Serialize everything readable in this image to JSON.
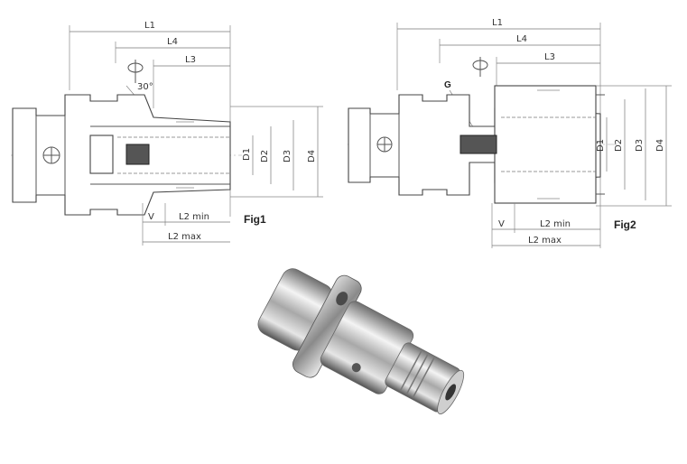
{
  "fig1": {
    "caption": "Fig1",
    "angle_label": "30°",
    "dims": {
      "L1": "L1",
      "L4": "L4",
      "L3": "L3",
      "D1": "D1",
      "D2": "D2",
      "D3": "D3",
      "D4": "D4",
      "V": "V",
      "L2min": "L2 min",
      "L2max": "L2 max"
    }
  },
  "fig2": {
    "caption": "Fig2",
    "thread_label": "G",
    "dims": {
      "L1": "L1",
      "L4": "L4",
      "L3": "L3",
      "D1": "D1",
      "D2": "D2",
      "D3": "D3",
      "D4": "D4",
      "V": "V",
      "L2min": "L2 min",
      "L2max": "L2 max"
    }
  },
  "photo": {
    "subject": "HSK hydraulic expansion chuck (metallic tool holder)"
  }
}
